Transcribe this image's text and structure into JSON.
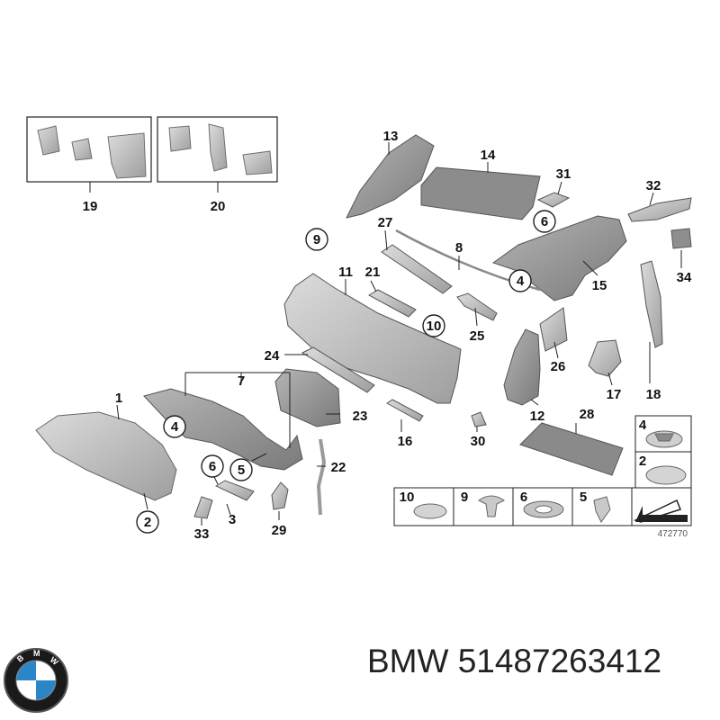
{
  "diagram": {
    "reference_number": "472770",
    "callouts": {
      "c1": "1",
      "c2": "2",
      "c3": "3",
      "c4": "4",
      "c4b": "4",
      "c5": "5",
      "c6": "6",
      "c6b": "6",
      "c7": "7",
      "c8": "8",
      "c9": "9",
      "c10": "10",
      "c11": "11",
      "c12": "12",
      "c13": "13",
      "c14": "14",
      "c15": "15",
      "c16": "16",
      "c17": "17",
      "c18": "18",
      "c19": "19",
      "c20": "20",
      "c21": "21",
      "c22": "22",
      "c23": "23",
      "c24": "24",
      "c25": "25",
      "c26": "26",
      "c27": "27",
      "c28": "28",
      "c29": "29",
      "c30": "30",
      "c31": "31",
      "c32": "32",
      "c33": "33",
      "c34": "34"
    },
    "legend": {
      "top": [
        "4",
        "2"
      ],
      "bottom": [
        "10",
        "9",
        "6",
        "5"
      ]
    }
  },
  "footer": {
    "brand": "BMW",
    "part_number": "51487263412"
  },
  "colors": {
    "part_fill": "#c9c9c9",
    "part_stroke": "#6e6e6e",
    "mat_fill": "#8a8a8a",
    "line": "#222222"
  }
}
